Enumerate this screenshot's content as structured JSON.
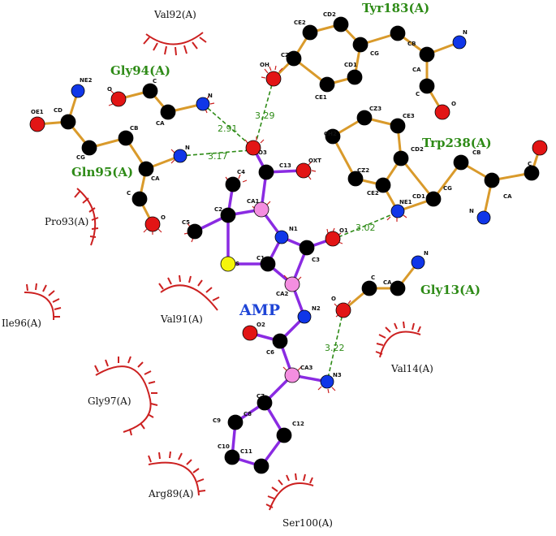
{
  "ligand": {
    "name": "AMP"
  },
  "residues_green": [
    {
      "key": "tyr183",
      "label": "Tyr183(A)"
    },
    {
      "key": "gly94",
      "label": "Gly94(A)"
    },
    {
      "key": "gln95",
      "label": "Gln95(A)"
    },
    {
      "key": "trp238",
      "label": "Trp238(A)"
    },
    {
      "key": "gly13",
      "label": "Gly13(A)"
    }
  ],
  "hydrophobic_contacts": [
    {
      "key": "val92",
      "label": "Val92(A)"
    },
    {
      "key": "pro93",
      "label": "Pro93(A)"
    },
    {
      "key": "ile96",
      "label": "Ile96(A)"
    },
    {
      "key": "val91",
      "label": "Val91(A)"
    },
    {
      "key": "gly97",
      "label": "Gly97(A)"
    },
    {
      "key": "arg89",
      "label": "Arg89(A)"
    },
    {
      "key": "ser100",
      "label": "Ser100(A)"
    },
    {
      "key": "val14",
      "label": "Val14(A)"
    }
  ],
  "hydrogen_bonds": [
    {
      "key": "hb_gly94_o3",
      "distance": "2.91"
    },
    {
      "key": "hb_tyr_o3",
      "distance": "3.29"
    },
    {
      "key": "hb_gln_o3",
      "distance": "3.17"
    },
    {
      "key": "hb_trp_o1",
      "distance": "3.02"
    },
    {
      "key": "hb_gly13_n3",
      "distance": "3.22"
    }
  ],
  "atom_labels": {
    "ne2_gln": "NE2",
    "cd_gln": "CD",
    "oe1_gln": "OE1",
    "cg_gln": "CG",
    "cb_gln": "CB",
    "n_gln": "N",
    "ca_gln": "CA",
    "c_gln": "C",
    "o_gln": "O",
    "o_gly94": "O",
    "c_gly94": "C",
    "ca_gly94": "CA",
    "n_gly94": "N",
    "oh_tyr": "OH",
    "cz_tyr": "CZ",
    "ce2_tyr": "CE2",
    "cd2_tyr": "CD2",
    "cg_tyr": "CG",
    "cd1_tyr": "CD1",
    "ce1_tyr": "CE1",
    "cb_tyr": "CB",
    "n_tyr": "N",
    "ca_tyr": "CA",
    "c_tyr": "C",
    "o_tyr": "O",
    "cz3_trp": "CZ3",
    "ce3_trp": "CE3",
    "ch2_trp": "CH2",
    "cd2_trp": "CD2",
    "cz2_trp": "CZ2",
    "ce2_trp": "CE2",
    "ne1_trp": "NE1",
    "cd1_trp": "CD1",
    "cg_trp": "CG",
    "cb_trp": "CB",
    "ca_trp": "CA",
    "c_trp": "C",
    "n_trp": "N",
    "o_gly13": "O",
    "c_gly13": "C",
    "ca_gly13": "CA",
    "n_gly13": "N",
    "o3": "O3",
    "c13": "C13",
    "oxt": "OXT",
    "c4": "C4",
    "ca1": "CA1",
    "c2": "C2",
    "c5": "C5",
    "n1": "N1",
    "s": "S",
    "c1": "C1",
    "o1": "O1",
    "c3": "C3",
    "ca2": "CA2",
    "n2": "N2",
    "o2": "O2",
    "c6": "C6",
    "ca3": "CA3",
    "n3": "N3",
    "c7": "C7",
    "c8": "C8",
    "c9": "C9",
    "c12": "C12",
    "c10": "C10",
    "c11": "C11"
  },
  "colors": {
    "carbon": "#000000",
    "nitrogen": "#1036e8",
    "oxygen": "#e21515",
    "sulfur": "#f5f50a",
    "ligand_chiral": "#f48ee0",
    "ligand_bond": "#8a2be2",
    "residue_bond": "#d99a2b",
    "hbond": "#2e8b17",
    "contact_arc": "#cc2020"
  }
}
